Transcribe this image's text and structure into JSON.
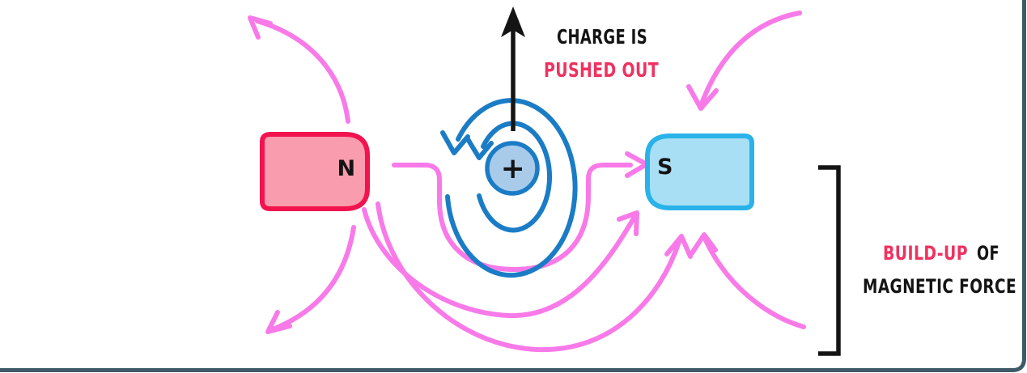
{
  "annotations": {
    "top_caption_line1": "CHARGE IS",
    "top_caption_line2": "PUSHED OUT",
    "right_caption_highlight": "BUILD-UP",
    "right_caption_rest": "OF",
    "right_caption_line2": "MAGNETIC FORCE",
    "north_pole_label": "N",
    "south_pole_label": "S",
    "charge_label": "+"
  },
  "colors": {
    "magnet_n_fill": "#f99cad",
    "magnet_n_border": "#f2134e",
    "magnet_s_fill": "#a8dff5",
    "magnet_s_border": "#2ab2e9",
    "field_line": "#f87ae8",
    "charge_fill": "#a9cbea",
    "charge_ring": "#1b7cc6",
    "highlight_text": "#f0315f",
    "ink": "#141414",
    "frame": "#3e5a68"
  }
}
